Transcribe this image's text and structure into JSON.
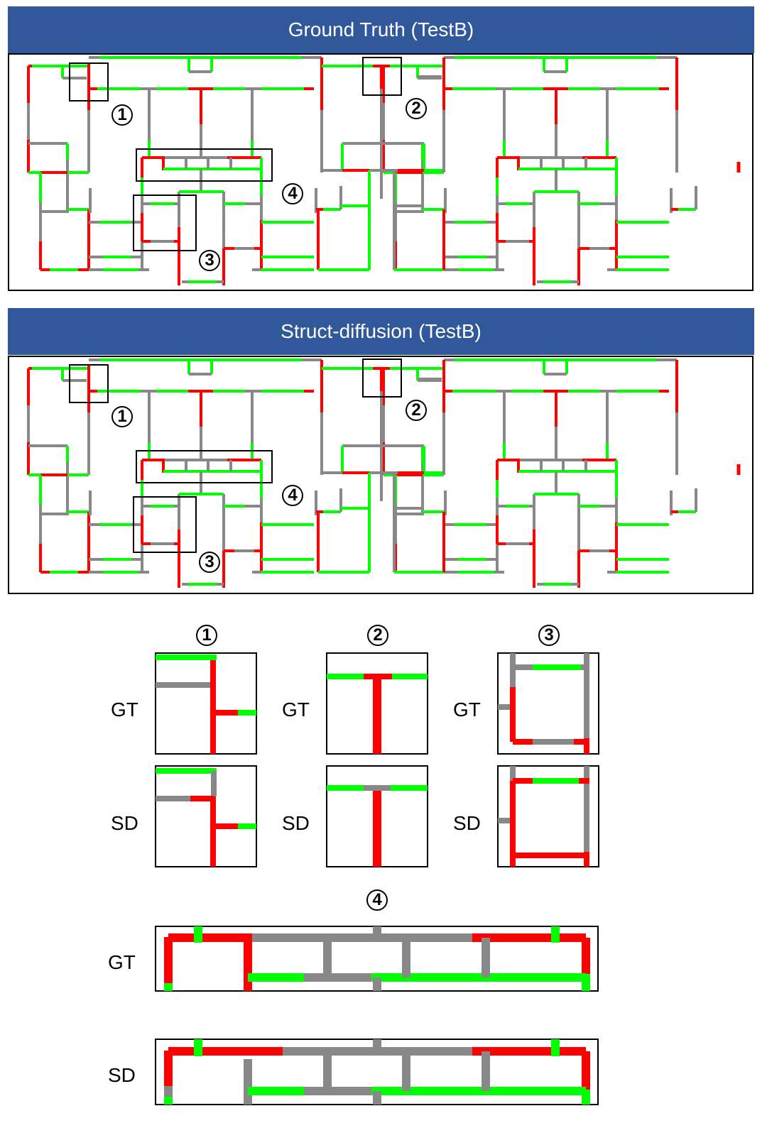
{
  "panels": [
    {
      "title": "Ground Truth (TestB)",
      "markers": [
        "1",
        "2",
        "3",
        "4"
      ]
    },
    {
      "title": "Struct-diffusion (TestB)",
      "markers": [
        "1",
        "2",
        "3",
        "4"
      ]
    }
  ],
  "insets": {
    "numbers": [
      "1",
      "2",
      "3",
      "4"
    ],
    "row_labels": {
      "gt": "GT",
      "sd": "SD"
    }
  },
  "colors": {
    "header": "#30589a",
    "gray": "#888888",
    "green": "#00ff00",
    "red": "#ff0000"
  }
}
